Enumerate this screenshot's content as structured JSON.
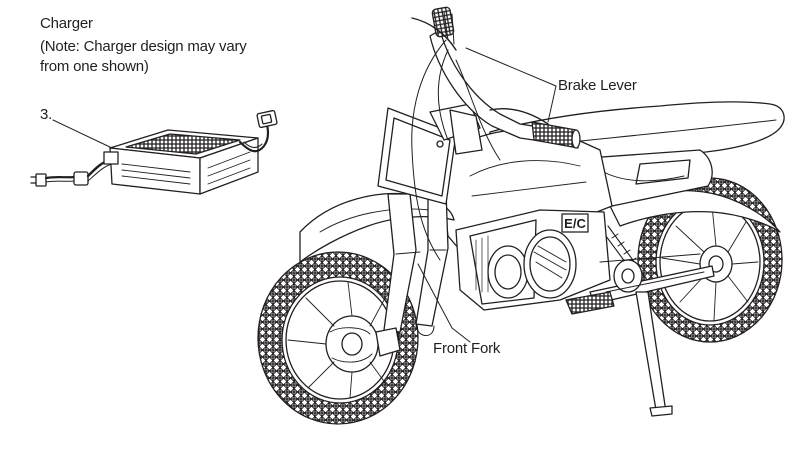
{
  "charger": {
    "title": "Charger",
    "note_line1": "(Note: Charger design may vary",
    "note_line2": "from one shown)",
    "callout_number": "3."
  },
  "callouts": {
    "brake_lever": "Brake Lever",
    "front_fork": "Front Fork"
  },
  "bike_badge": "E/C",
  "colors": {
    "ink": "#231f20",
    "paper": "#ffffff",
    "hatch": "#6d6e71"
  }
}
